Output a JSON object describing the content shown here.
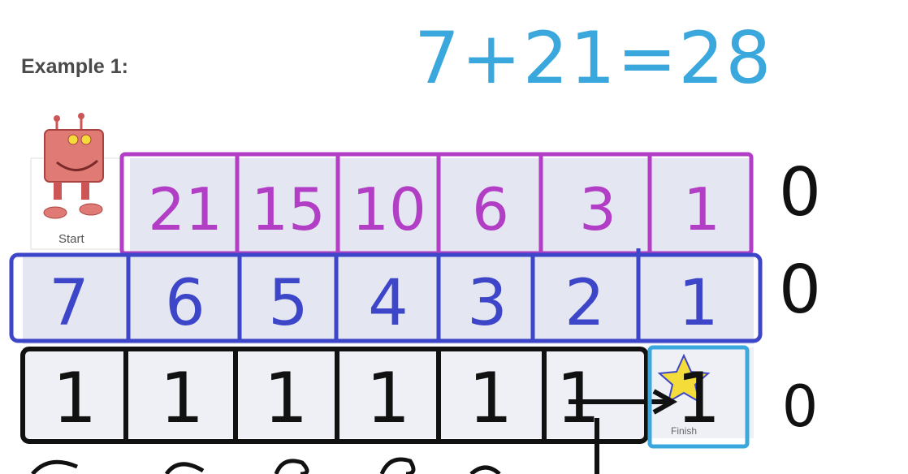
{
  "title": "Example 1:",
  "equation": "7+21=28",
  "start_label": "Start",
  "finish_label": "Finish",
  "rows": [
    {
      "name": "magenta",
      "color": "#b13ec5",
      "values": [
        "21",
        "15",
        "10",
        "6",
        "3",
        "1"
      ],
      "right_mark": "0"
    },
    {
      "name": "blue",
      "color": "#3d45c8",
      "values": [
        "7",
        "6",
        "5",
        "4",
        "3",
        "2",
        "1"
      ],
      "right_mark": "0"
    },
    {
      "name": "black",
      "color": "#111111",
      "values": [
        "1",
        "1",
        "1",
        "1",
        "1",
        "1",
        "1"
      ],
      "right_mark": "0"
    }
  ],
  "colors": {
    "equation": "#3aa7dd",
    "tile": "#e4e7f2",
    "finish_box": "#3aa7dd",
    "star": "#f4dc3a",
    "robot": "#e07a74"
  }
}
